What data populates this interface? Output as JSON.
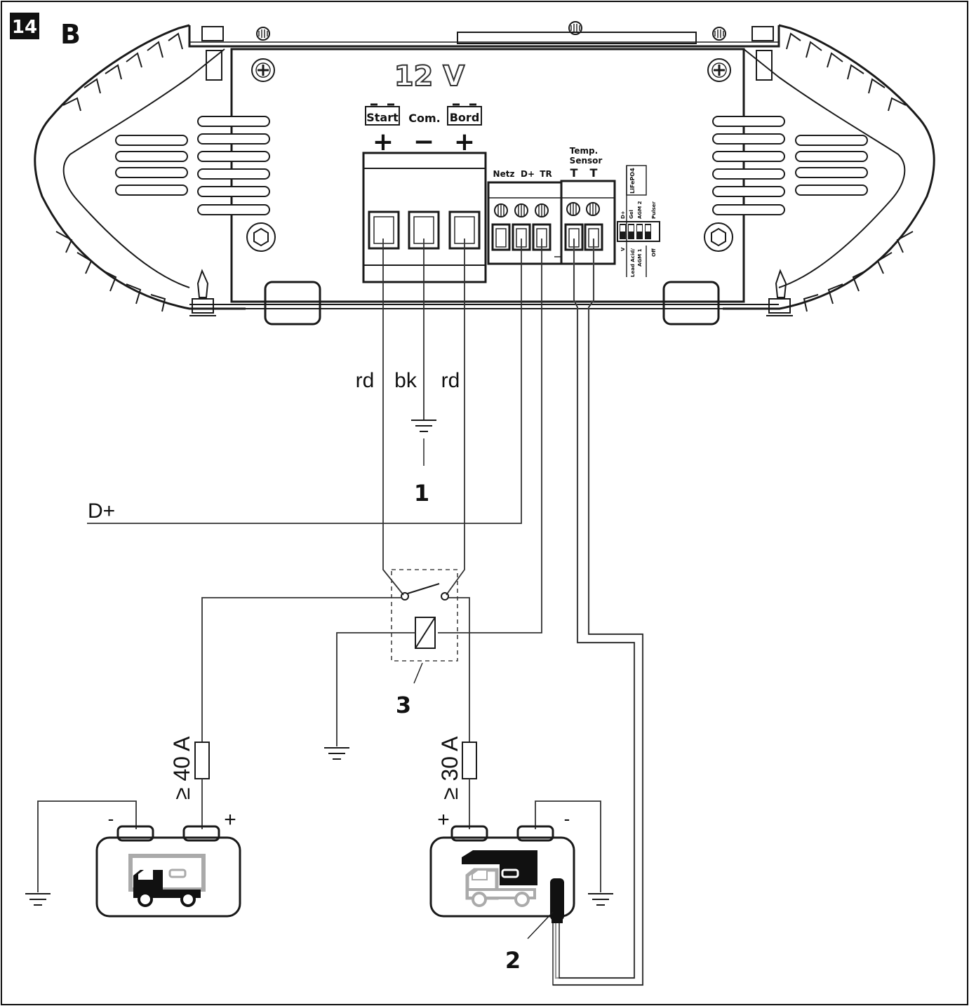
{
  "figure": {
    "number": "14",
    "variant": "B"
  },
  "device": {
    "voltage_label": "12 V",
    "main_terminals": {
      "start_label": "Start",
      "com_label": "Com.",
      "bord_label": "Bord",
      "start_sign": "+",
      "com_sign": "−",
      "bord_sign": "+"
    },
    "control_terminals": {
      "netz_label": "Netz",
      "dplus_label": "D+",
      "tr_label": "TR"
    },
    "temp_sensor": {
      "title_line1": "Temp.",
      "title_line2": "Sensor",
      "t1": "T",
      "t2": "T"
    },
    "dip_switch": {
      "top_label": "LiFePO4",
      "col_labels": [
        "D+",
        "Gel",
        "AGM 2",
        "Pulser"
      ],
      "bottom_labels": [
        "V",
        "Lead Acid/",
        "AGM 1",
        "Off"
      ]
    }
  },
  "wires": {
    "rd_left": "rd",
    "bk": "bk",
    "rd_right": "rd",
    "dplus_line": "D+"
  },
  "callouts": {
    "ground": "1",
    "sensor": "2",
    "relay": "3"
  },
  "fuses": {
    "start_fuse": "≥ 40 A",
    "bord_fuse": "≥ 30 A"
  },
  "batteries": {
    "start_minus": "-",
    "start_plus": "+",
    "bord_plus": "+",
    "bord_minus": "-"
  }
}
